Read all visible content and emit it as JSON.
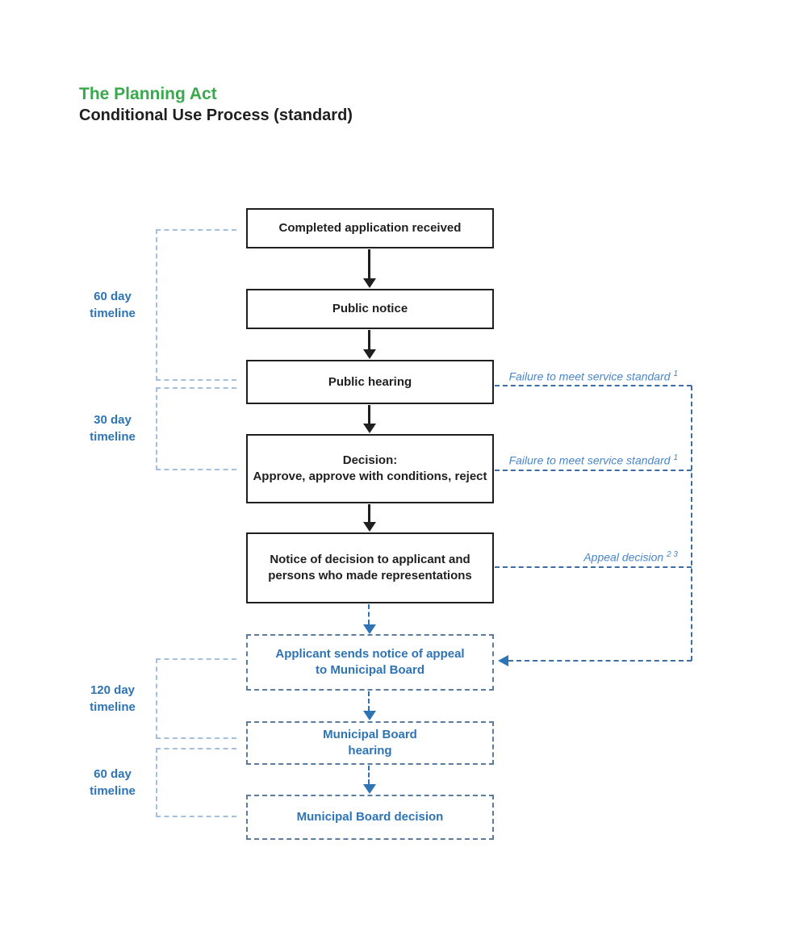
{
  "header": {
    "title": "The Planning Act",
    "subtitle": "Conditional Use Process (standard)"
  },
  "flow": {
    "boxes": [
      {
        "id": "completed-application-received",
        "style": "solid",
        "lines": [
          "Completed application received"
        ]
      },
      {
        "id": "public-notice",
        "style": "solid",
        "lines": [
          "Public notice"
        ]
      },
      {
        "id": "public-hearing",
        "style": "solid",
        "lines": [
          "Public hearing"
        ]
      },
      {
        "id": "decision",
        "style": "solid",
        "lines": [
          "Decision:",
          "Approve, approve with conditions, reject"
        ]
      },
      {
        "id": "notice-of-decision",
        "style": "solid",
        "lines": [
          "Notice of decision to applicant and",
          "persons who made representations"
        ]
      },
      {
        "id": "applicant-sends-notice-of-appeal",
        "style": "dashed",
        "lines": [
          "Applicant sends notice of appeal",
          "to Municipal Board"
        ]
      },
      {
        "id": "municipal-board-hearing",
        "style": "dashed",
        "lines": [
          "Municipal Board",
          "hearing"
        ]
      },
      {
        "id": "municipal-board-decision",
        "style": "dashed",
        "lines": [
          "Municipal Board decision"
        ]
      }
    ]
  },
  "timelines": [
    {
      "id": "60-day-upper",
      "line1": "60 day",
      "line2": "timeline"
    },
    {
      "id": "30-day",
      "line1": "30 day",
      "line2": "timeline"
    },
    {
      "id": "120-day",
      "line1": "120 day",
      "line2": "timeline"
    },
    {
      "id": "60-day-lower",
      "line1": "60 day",
      "line2": "timeline"
    }
  ],
  "annotations": [
    {
      "id": "failure-service-standard-hearing",
      "text": "Failure to meet service standard",
      "sup": "1"
    },
    {
      "id": "failure-service-standard-decision",
      "text": "Failure to meet service standard",
      "sup": "1"
    },
    {
      "id": "appeal-decision",
      "text": "Appeal decision",
      "sup": "2 3"
    }
  ],
  "colors": {
    "title_green": "#3aa84c",
    "text_black": "#1f1f1f",
    "flow_blue_text": "#2e74b5",
    "annotation_blue": "#4a86c8",
    "bracket_blue": "#a5c0de",
    "connector_blue": "#3c6ea5",
    "appeal_box_border": "#5b7c9d"
  }
}
